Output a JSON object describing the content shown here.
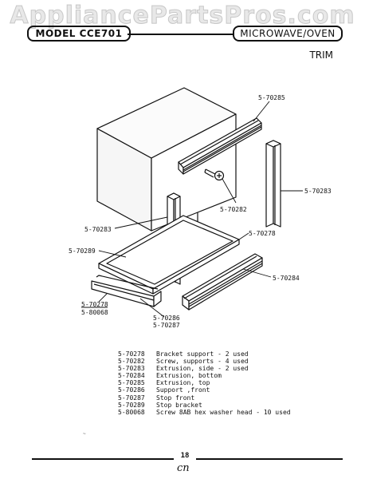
{
  "watermark": "AppliancePartsPros.com",
  "header": {
    "model": "MODEL CCE701",
    "category": "MICROWAVE/OVEN",
    "section": "TRIM"
  },
  "callouts": [
    {
      "id": "c-70285",
      "text": "5-70285"
    },
    {
      "id": "c-70283-right",
      "text": "5-70283"
    },
    {
      "id": "c-70282",
      "text": "5-70282"
    },
    {
      "id": "c-70283-left",
      "text": "5-70283"
    },
    {
      "id": "c-70278-right",
      "text": "5-70278"
    },
    {
      "id": "c-70289",
      "text": "5-70289"
    },
    {
      "id": "c-70284",
      "text": "5-70284"
    },
    {
      "id": "c-70278-left",
      "text": "5-70278"
    },
    {
      "id": "c-80068",
      "text": "5-80068"
    },
    {
      "id": "c-70286",
      "text": "5-70286"
    },
    {
      "id": "c-70287",
      "text": "5-70287"
    }
  ],
  "parts": [
    {
      "number": "5-70278",
      "description": "Bracket support - 2 used"
    },
    {
      "number": "5-70282",
      "description": "Screw, supports - 4 used"
    },
    {
      "number": "5-70283",
      "description": "Extrusion, side - 2 used"
    },
    {
      "number": "5-70284",
      "description": "Extrusion, bottom"
    },
    {
      "number": "5-70285",
      "description": "Extrusion, top"
    },
    {
      "number": "5-70286",
      "description": "Support ,front"
    },
    {
      "number": "5-70287",
      "description": "Stop front"
    },
    {
      "number": "5-70289",
      "description": "Stop bracket"
    },
    {
      "number": "5-80068",
      "description": "Screw 8AB hex washer head - 10 used"
    }
  ],
  "footer": {
    "page_number": "18",
    "handwritten": "cn"
  },
  "speck": "~"
}
